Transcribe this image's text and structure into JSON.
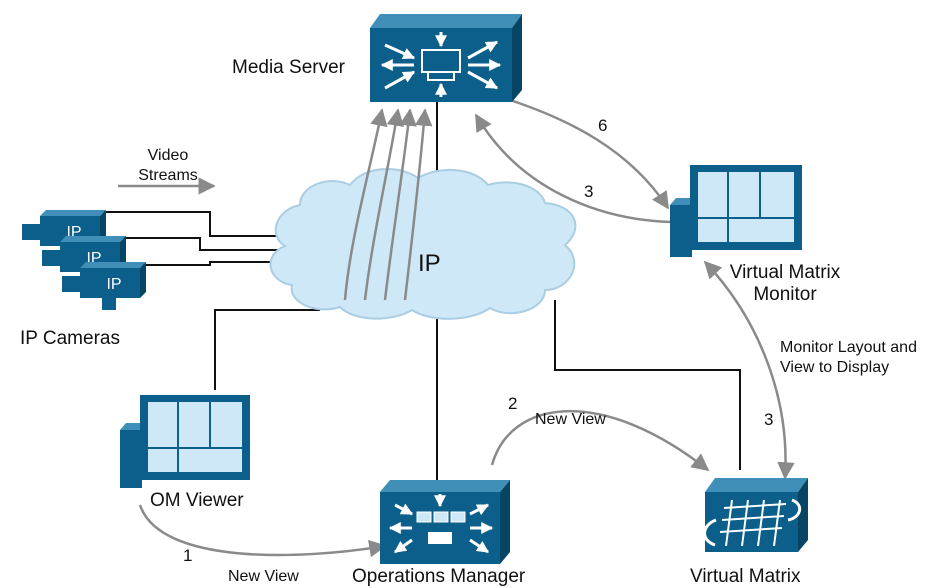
{
  "labels": {
    "media_server": "Media Server",
    "ip_cameras": "IP Cameras",
    "ip_cloud": "IP",
    "camera_tag": "IP",
    "video_streams_line1": "Video",
    "video_streams_line2": "Streams",
    "vmm_line1": "Virtual Matrix",
    "vmm_line2": "Monitor",
    "monitor_layout_line1": "Monitor Layout and",
    "monitor_layout_line2": "View to Display",
    "om_viewer": "OM Viewer",
    "operations_manager": "Operations Manager",
    "virtual_matrix": "Virtual Matrix",
    "new_view_bottom": "New View",
    "new_view_mid": "New View"
  },
  "steps": {
    "step_6": "6",
    "step_3_top": "3",
    "step_3_right": "3",
    "step_2": "2",
    "step_1": "1"
  },
  "colors": {
    "device_blue": "#0b5f8a",
    "device_top": "#3f8fb8",
    "device_side": "#064563",
    "cloud_fill": "#cfe8f7",
    "cloud_stroke": "#a9cde3",
    "flow_gray": "#8a8a8a",
    "line_black": "#111111"
  },
  "icons": [
    "media-server-icon",
    "operations-manager-icon",
    "virtual-matrix-icon",
    "camera-icon",
    "monitor-icon",
    "cloud-icon"
  ]
}
